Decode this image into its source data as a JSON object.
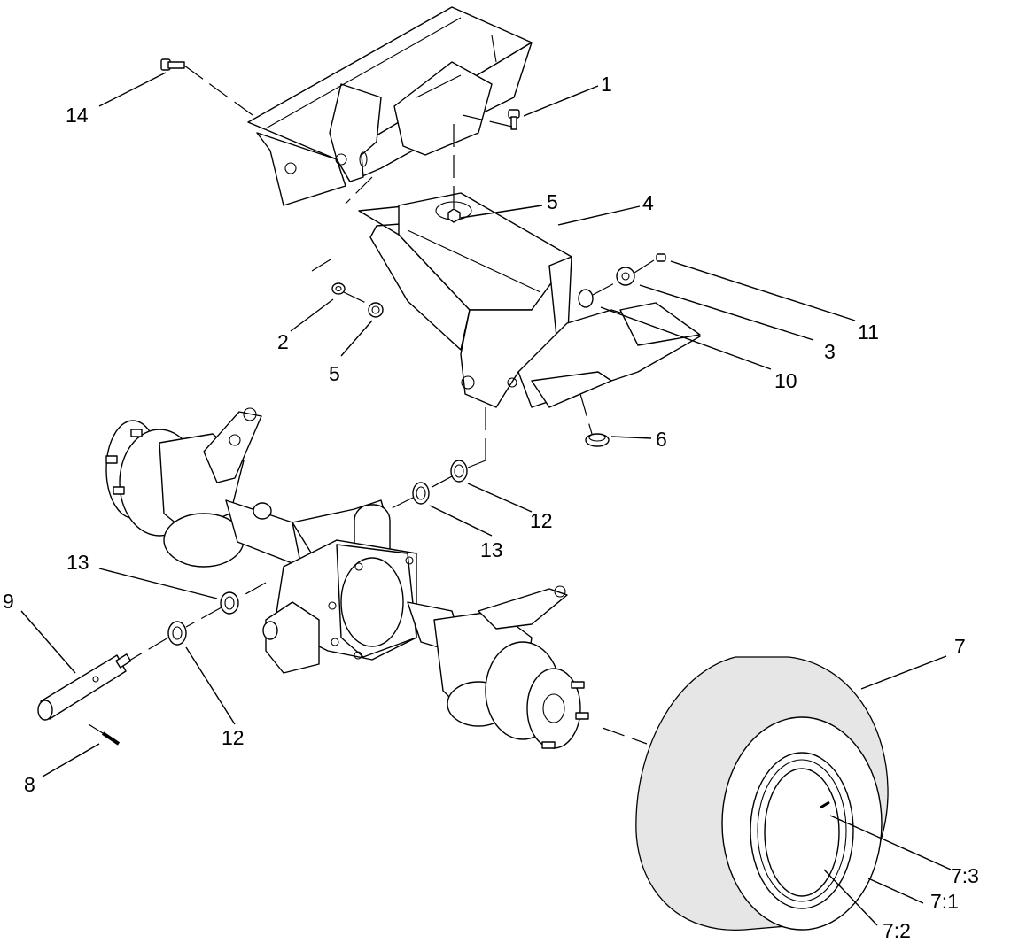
{
  "callouts": [
    {
      "id": "c14",
      "text": "14"
    },
    {
      "id": "c1",
      "text": "1"
    },
    {
      "id": "c5a",
      "text": "5"
    },
    {
      "id": "c4",
      "text": "4"
    },
    {
      "id": "c11",
      "text": "11"
    },
    {
      "id": "c3",
      "text": "3"
    },
    {
      "id": "c10",
      "text": "10"
    },
    {
      "id": "c2",
      "text": "2"
    },
    {
      "id": "c5b",
      "text": "5"
    },
    {
      "id": "c6",
      "text": "6"
    },
    {
      "id": "c12a",
      "text": "12"
    },
    {
      "id": "c13a",
      "text": "13"
    },
    {
      "id": "c13b",
      "text": "13"
    },
    {
      "id": "c9",
      "text": "9"
    },
    {
      "id": "c12b",
      "text": "12"
    },
    {
      "id": "c8",
      "text": "8"
    },
    {
      "id": "c7",
      "text": "7"
    },
    {
      "id": "c73",
      "text": "7:3"
    },
    {
      "id": "c71",
      "text": "7:1"
    },
    {
      "id": "c72",
      "text": "7:2"
    }
  ]
}
